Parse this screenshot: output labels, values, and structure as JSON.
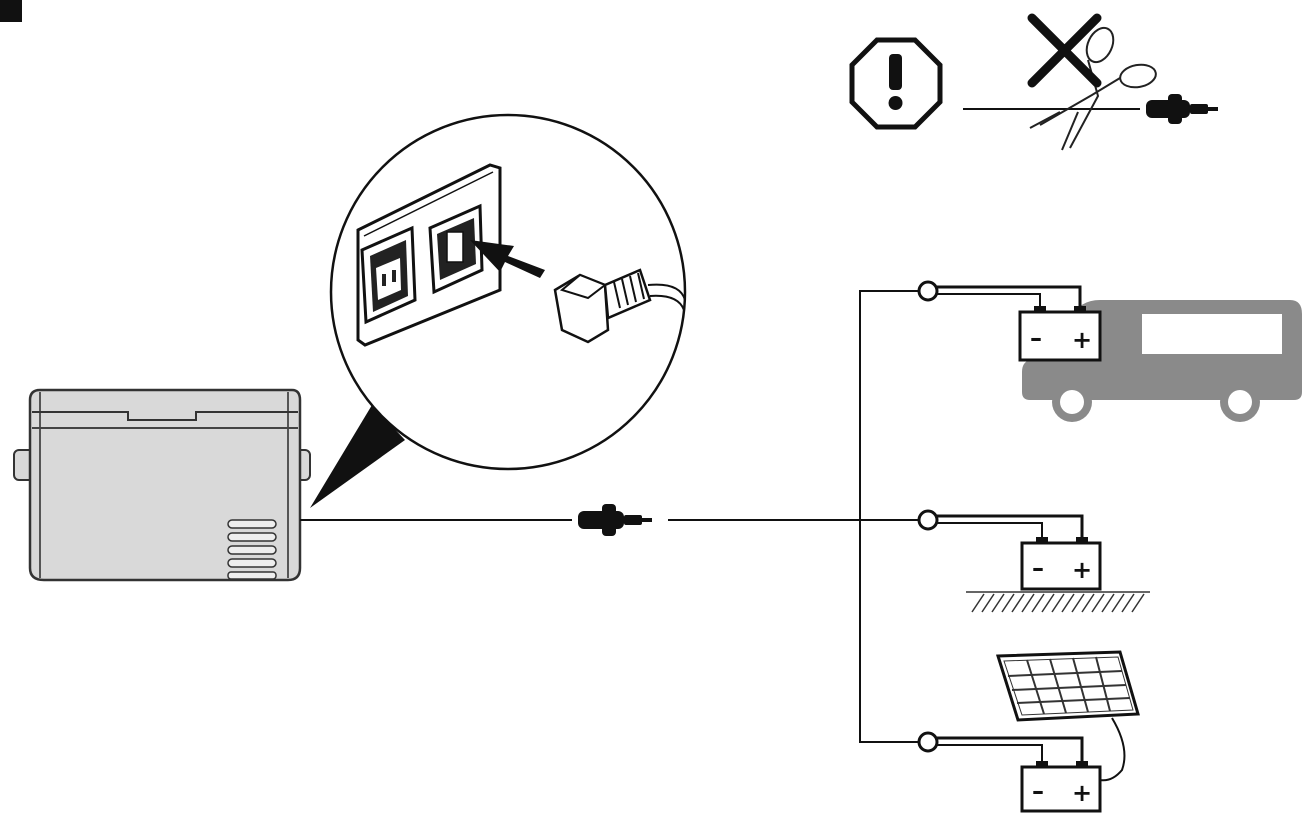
{
  "colors": {
    "line": "#111111",
    "device_fill": "#d9d9d9",
    "device_stroke": "#333333",
    "van_fill": "#8a8a8a",
    "background": "#ffffff"
  },
  "icons": {
    "figure_marker": "black-square-marker",
    "warning": "exclamation-octagon-icon",
    "prohibition": "cross-icon",
    "scissors": "scissors-icon",
    "plug": "cigarette-plug-icon",
    "arrow": "insert-arrow-icon",
    "vehicle": "van-icon",
    "ground": "ground-hatch",
    "solar": "solar-panel-icon",
    "battery": "battery-icon"
  },
  "battery_terminals": {
    "negative": "–",
    "positive": "+"
  },
  "power_sources": [
    "vehicle-battery",
    "stationary-battery",
    "solar-battery"
  ]
}
